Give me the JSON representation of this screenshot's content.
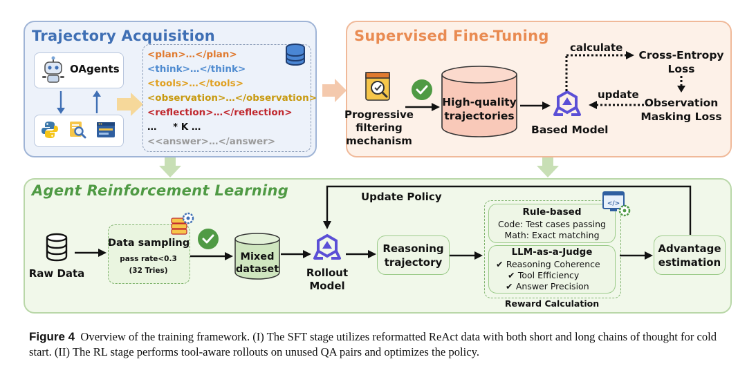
{
  "colors": {
    "acquisition_border": "#9fb4d6",
    "acquisition_title": "#3f6fb4",
    "sft_border": "#f0b999",
    "sft_title": "#e98b52",
    "rl_border": "#b9d7a8",
    "rl_title": "#4f9a44",
    "tag_plan": "#e07a2f",
    "tag_think": "#4f8bd0",
    "tag_tools": "#e0a020",
    "tag_observation": "#c89a10",
    "tag_reflection": "#c0282e",
    "tag_answer": "#9a9a9a"
  },
  "acquisition": {
    "title": "Trajectory Acquisition",
    "agent_label": "OAgents",
    "code_lines": {
      "plan": "<plan>…</plan>",
      "think": "<think>…</think>",
      "tools": "<tools>…</tools>",
      "observation": "<observation>…</observation>",
      "reflection": "<reflection>…</reflection>",
      "repeat": "…     * K …",
      "answer": "<<answer>…</answer>"
    },
    "icons": [
      "robot-icon",
      "python-icon",
      "search-document-icon",
      "browser-window-icon",
      "database-icon"
    ]
  },
  "sft": {
    "title": "Supervised Fine-Tuning",
    "filter_label": "Progressive filtering mechanism",
    "filter_line1": "Progressive",
    "filter_line2": "filtering",
    "filter_line3": "mechanism",
    "trajectories_line1": "High-quality",
    "trajectories_line2": "trajectories",
    "model_label": "Based Model",
    "calculate_label": "calculate",
    "update_label": "update",
    "ce_loss_line1": "Cross-Entropy",
    "ce_loss_line2": "Loss",
    "obs_loss_line1": "Observation",
    "obs_loss_line2": "Masking Loss"
  },
  "rl": {
    "title": "Agent Reinforcement Learning",
    "raw_data": "Raw Data",
    "sampling_title": "Data sampling",
    "sampling_rate": "pass rate<0.3",
    "sampling_tries": "(32 Tries)",
    "mixed_line1": "Mixed",
    "mixed_line2": "dataset",
    "rollout_line1": "Rollout",
    "rollout_line2": "Model",
    "update_policy": "Update Policy",
    "reasoning_line1": "Reasoning",
    "reasoning_line2": "trajectory",
    "rule_title": "Rule-based",
    "rule_code": "Code: Test cases passing",
    "rule_math": "Math: Exact matching",
    "judge_title": "LLM-as-a-Judge",
    "judge_items": [
      "Reasoning Coherence",
      "Tool Efficiency",
      "Answer Precision"
    ],
    "reward_label": "Reward Calculation",
    "advantage_line1": "Advantage",
    "advantage_line2": "estimation"
  },
  "caption": {
    "figure_label": "Figure 4",
    "text": "Overview of the training framework. (I) The SFT stage utilizes reformatted ReAct data with both short and long chains of thought for cold start. (II) The RL stage performs tool-aware rollouts on unused QA pairs and optimizes the policy."
  }
}
